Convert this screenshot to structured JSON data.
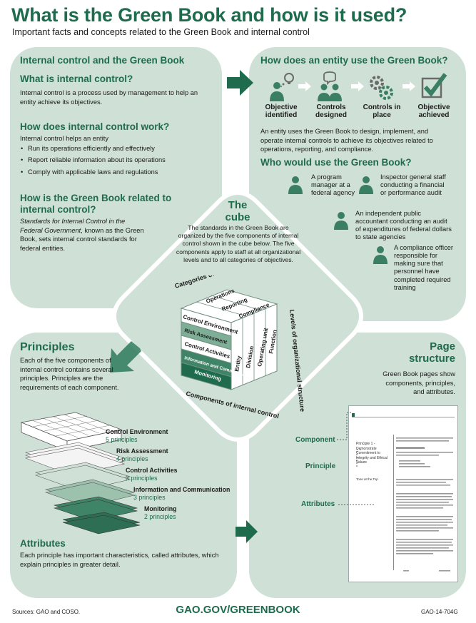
{
  "header": {
    "title": "What is the Green Book and how is it used?",
    "subtitle": "Important facts and concepts related to the Green Book and internal control"
  },
  "internal_control": {
    "heading": "Internal control and the Green Book",
    "q1": "What is internal control?",
    "a1": "Internal control is a process used by management to help an entity achieve its objectives.",
    "q2": "How does internal control work?",
    "a2_intro": "Internal control helps an entity",
    "bullets": [
      "Run its operations efficiently and effectively",
      "Report reliable information about its operations",
      "Comply with applicable laws and regulations"
    ],
    "q3": "How is the Green Book related to internal control?",
    "a3_italic": "Standards for Internal Control in the Federal Government",
    "a3_rest": ", known as the Green Book, sets internal control standards for federal entities."
  },
  "entity_use": {
    "heading": "How does an entity use the Green Book?",
    "steps": [
      "Objective identified",
      "Controls designed",
      "Controls in place",
      "Objective achieved"
    ],
    "description": "An entity uses the Green Book to design, implement, and operate internal controls to achieve its objectives related to operations, reporting, and compliance.",
    "who_heading": "Who would use the Green Book?",
    "users": [
      "A program manager at a federal agency",
      "Inspector general staff conducting a financial or performance audit",
      "An independent public accountant conducting an audit of expenditures of federal dollars to state agencies",
      "A compliance officer responsible for making sure that personnel have completed required training"
    ]
  },
  "cube": {
    "heading_line1": "The",
    "heading_line2": "cube",
    "description": "The standards in the Green Book are organized by the five components of internal control shown in the cube below. The five components apply to staff at all organizational levels and to all categories of objectives.",
    "categories_label": "Categories of objectives",
    "categories": [
      "Operations",
      "Reporting",
      "Compliance"
    ],
    "components_label": "Components of internal control",
    "components": [
      "Control Environment",
      "Risk Assessment",
      "Control Activities",
      "Information and Communication",
      "Monitoring"
    ],
    "levels_label": "Levels of organizational structure",
    "levels": [
      "Entity",
      "Division",
      "Operating unit",
      "Function"
    ]
  },
  "principles": {
    "heading": "Principles",
    "description": "Each of the five components of internal control contains several principles. Principles are the requirements of each component.",
    "stack": [
      {
        "name": "Control Environment",
        "count": "5 principles"
      },
      {
        "name": "Risk Assessment",
        "count": "4 principles"
      },
      {
        "name": "Control Activities",
        "count": "3 principles"
      },
      {
        "name": "Information and Communication",
        "count": "3 principles"
      },
      {
        "name": "Monitoring",
        "count": "2 principles"
      }
    ],
    "attributes_heading": "Attributes",
    "attributes_description": "Each principle has important characteristics, called attributes, which explain principles in greater detail."
  },
  "page_structure": {
    "heading_line1": "Page",
    "heading_line2": "structure",
    "description": "Green Book pages show components, principles, and attributes.",
    "labels": [
      "Component",
      "Principle",
      "Attributes"
    ],
    "doc_principle": "Principle 1 - Demonstrate Commitment to Integrity and Ethical Values",
    "doc_subhead": "Tone at the Top"
  },
  "footer": {
    "sources": "Sources: GAO and COSO.",
    "url": "GAO.GOV/GREENBOOK",
    "code": "GAO-14-704G"
  },
  "colors": {
    "brand_green": "#1e6b4e",
    "panel_bg": "#cfe0d6",
    "dark_green": "#2d6e55"
  }
}
